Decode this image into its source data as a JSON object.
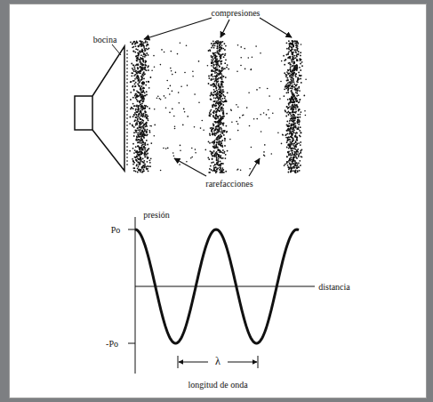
{
  "diagram": {
    "labels": [
      "bocina",
      "compresiones",
      "rarefacciones",
      "presión",
      "Po",
      "distancia",
      "-Po",
      "λ",
      "longitud de onda"
    ]
  }
}
